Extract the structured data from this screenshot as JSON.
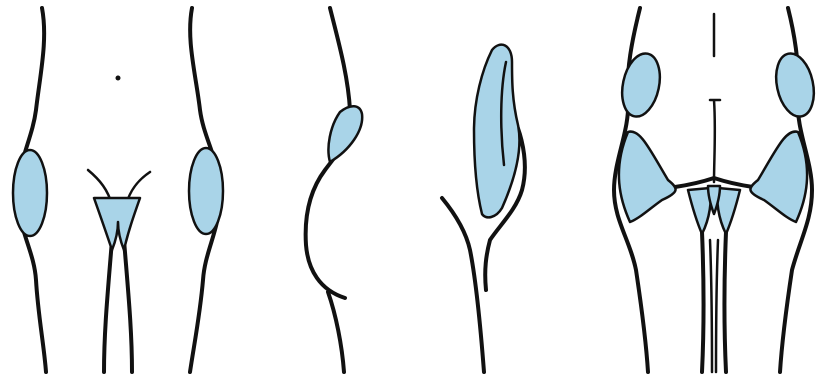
{
  "colors": {
    "treatment_area_fill": "#a9d4e8",
    "outline": "#111111",
    "background": "#ffffff"
  },
  "views": [
    {
      "view": "front",
      "highlighted_areas": [
        "outer-thigh-left",
        "outer-thigh-right",
        "inner-thigh"
      ]
    },
    {
      "view": "side",
      "highlighted_areas": [
        "buttock-upper"
      ]
    },
    {
      "view": "side-inner",
      "highlighted_areas": [
        "inner-thigh-side"
      ]
    },
    {
      "view": "back",
      "highlighted_areas": [
        "flank-left",
        "flank-right",
        "hip-left",
        "hip-right",
        "banana-roll-center"
      ]
    }
  ]
}
